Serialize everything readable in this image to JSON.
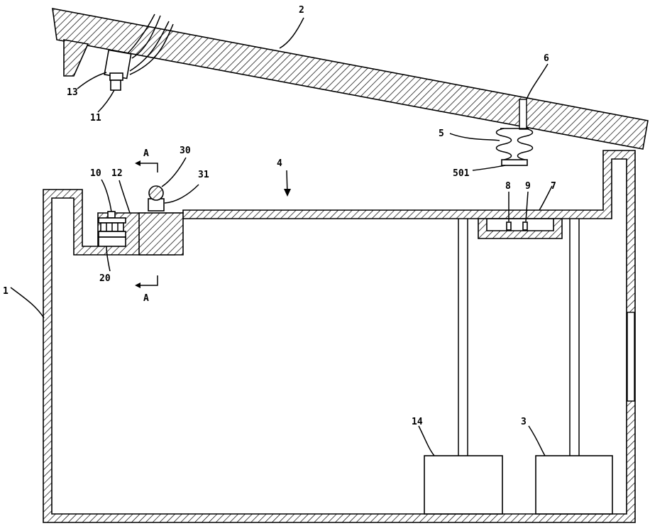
{
  "labels": {
    "l1": "1",
    "l2": "2",
    "l3": "3",
    "l4": "4",
    "l5": "5",
    "l501": "501",
    "l6": "6",
    "l7": "7",
    "l8": "8",
    "l9": "9",
    "l10": "10",
    "l11": "11",
    "l12": "12",
    "l13": "13",
    "l14": "14",
    "l20": "20",
    "l30": "30",
    "l31": "31"
  },
  "section": {
    "top": "A",
    "bottom": "A"
  },
  "colors": {
    "line": "#000000",
    "background": "#ffffff"
  }
}
